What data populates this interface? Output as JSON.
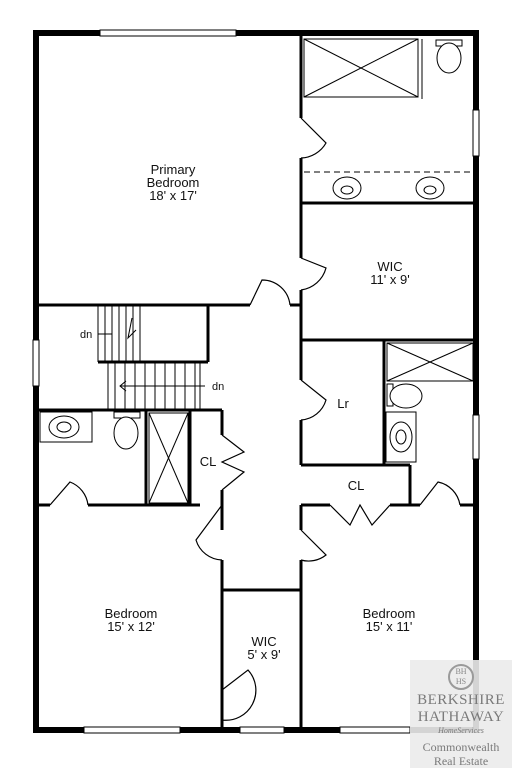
{
  "rooms": {
    "primary_bedroom": {
      "name_line1": "Primary",
      "name_line2": "Bedroom",
      "size": "18' x 17'"
    },
    "wic_primary": {
      "name": "WIC",
      "size": "11' x 9'"
    },
    "linen": {
      "name": "Lr"
    },
    "closet_center": {
      "name": "CL"
    },
    "closet_right": {
      "name": "CL"
    },
    "bedroom_left": {
      "name": "Bedroom",
      "size": "15' x 12'"
    },
    "wic_small": {
      "name": "WIC",
      "size": "5' x 9'"
    },
    "bedroom_right": {
      "name": "Bedroom",
      "size": "15' x 11'"
    }
  },
  "stairs": {
    "upper_label": "dn",
    "lower_label": "dn"
  },
  "watermark": {
    "seal": "BH HS",
    "line1": "BERKSHIRE",
    "line2": "HATHAWAY",
    "line3": "HomeServices",
    "line4": "Commonwealth",
    "line5": "Real Estate"
  }
}
